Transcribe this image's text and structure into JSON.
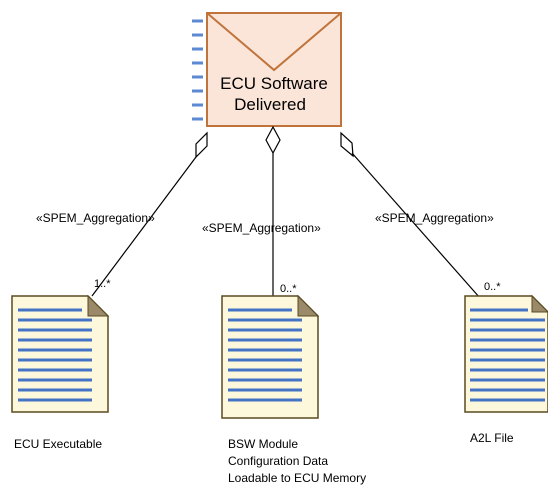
{
  "diagram": {
    "central": {
      "name_line1": "ECU Software",
      "name_line2": "Delivered"
    },
    "relations": [
      {
        "stereotype": "«SPEM_Aggregation»",
        "multiplicity": "1..*"
      },
      {
        "stereotype": "«SPEM_Aggregation»",
        "multiplicity": "0..*"
      },
      {
        "stereotype": "«SPEM_Aggregation»",
        "multiplicity": "0..*"
      }
    ],
    "artifacts": [
      {
        "lines": [
          "ECU Executable"
        ]
      },
      {
        "lines": [
          "BSW Module",
          "Configuration Data",
          "Loadable to ECU Memory"
        ]
      },
      {
        "lines": [
          "A2L File"
        ]
      }
    ],
    "colors": {
      "central_fill": "#fbe5d8",
      "central_stroke": "#c0743b",
      "doc_fill": "#fdf8dc",
      "doc_stroke": "#5a4a20",
      "doc_lines": "#4472c4",
      "edge_ticks": "#5b8ad0"
    }
  }
}
